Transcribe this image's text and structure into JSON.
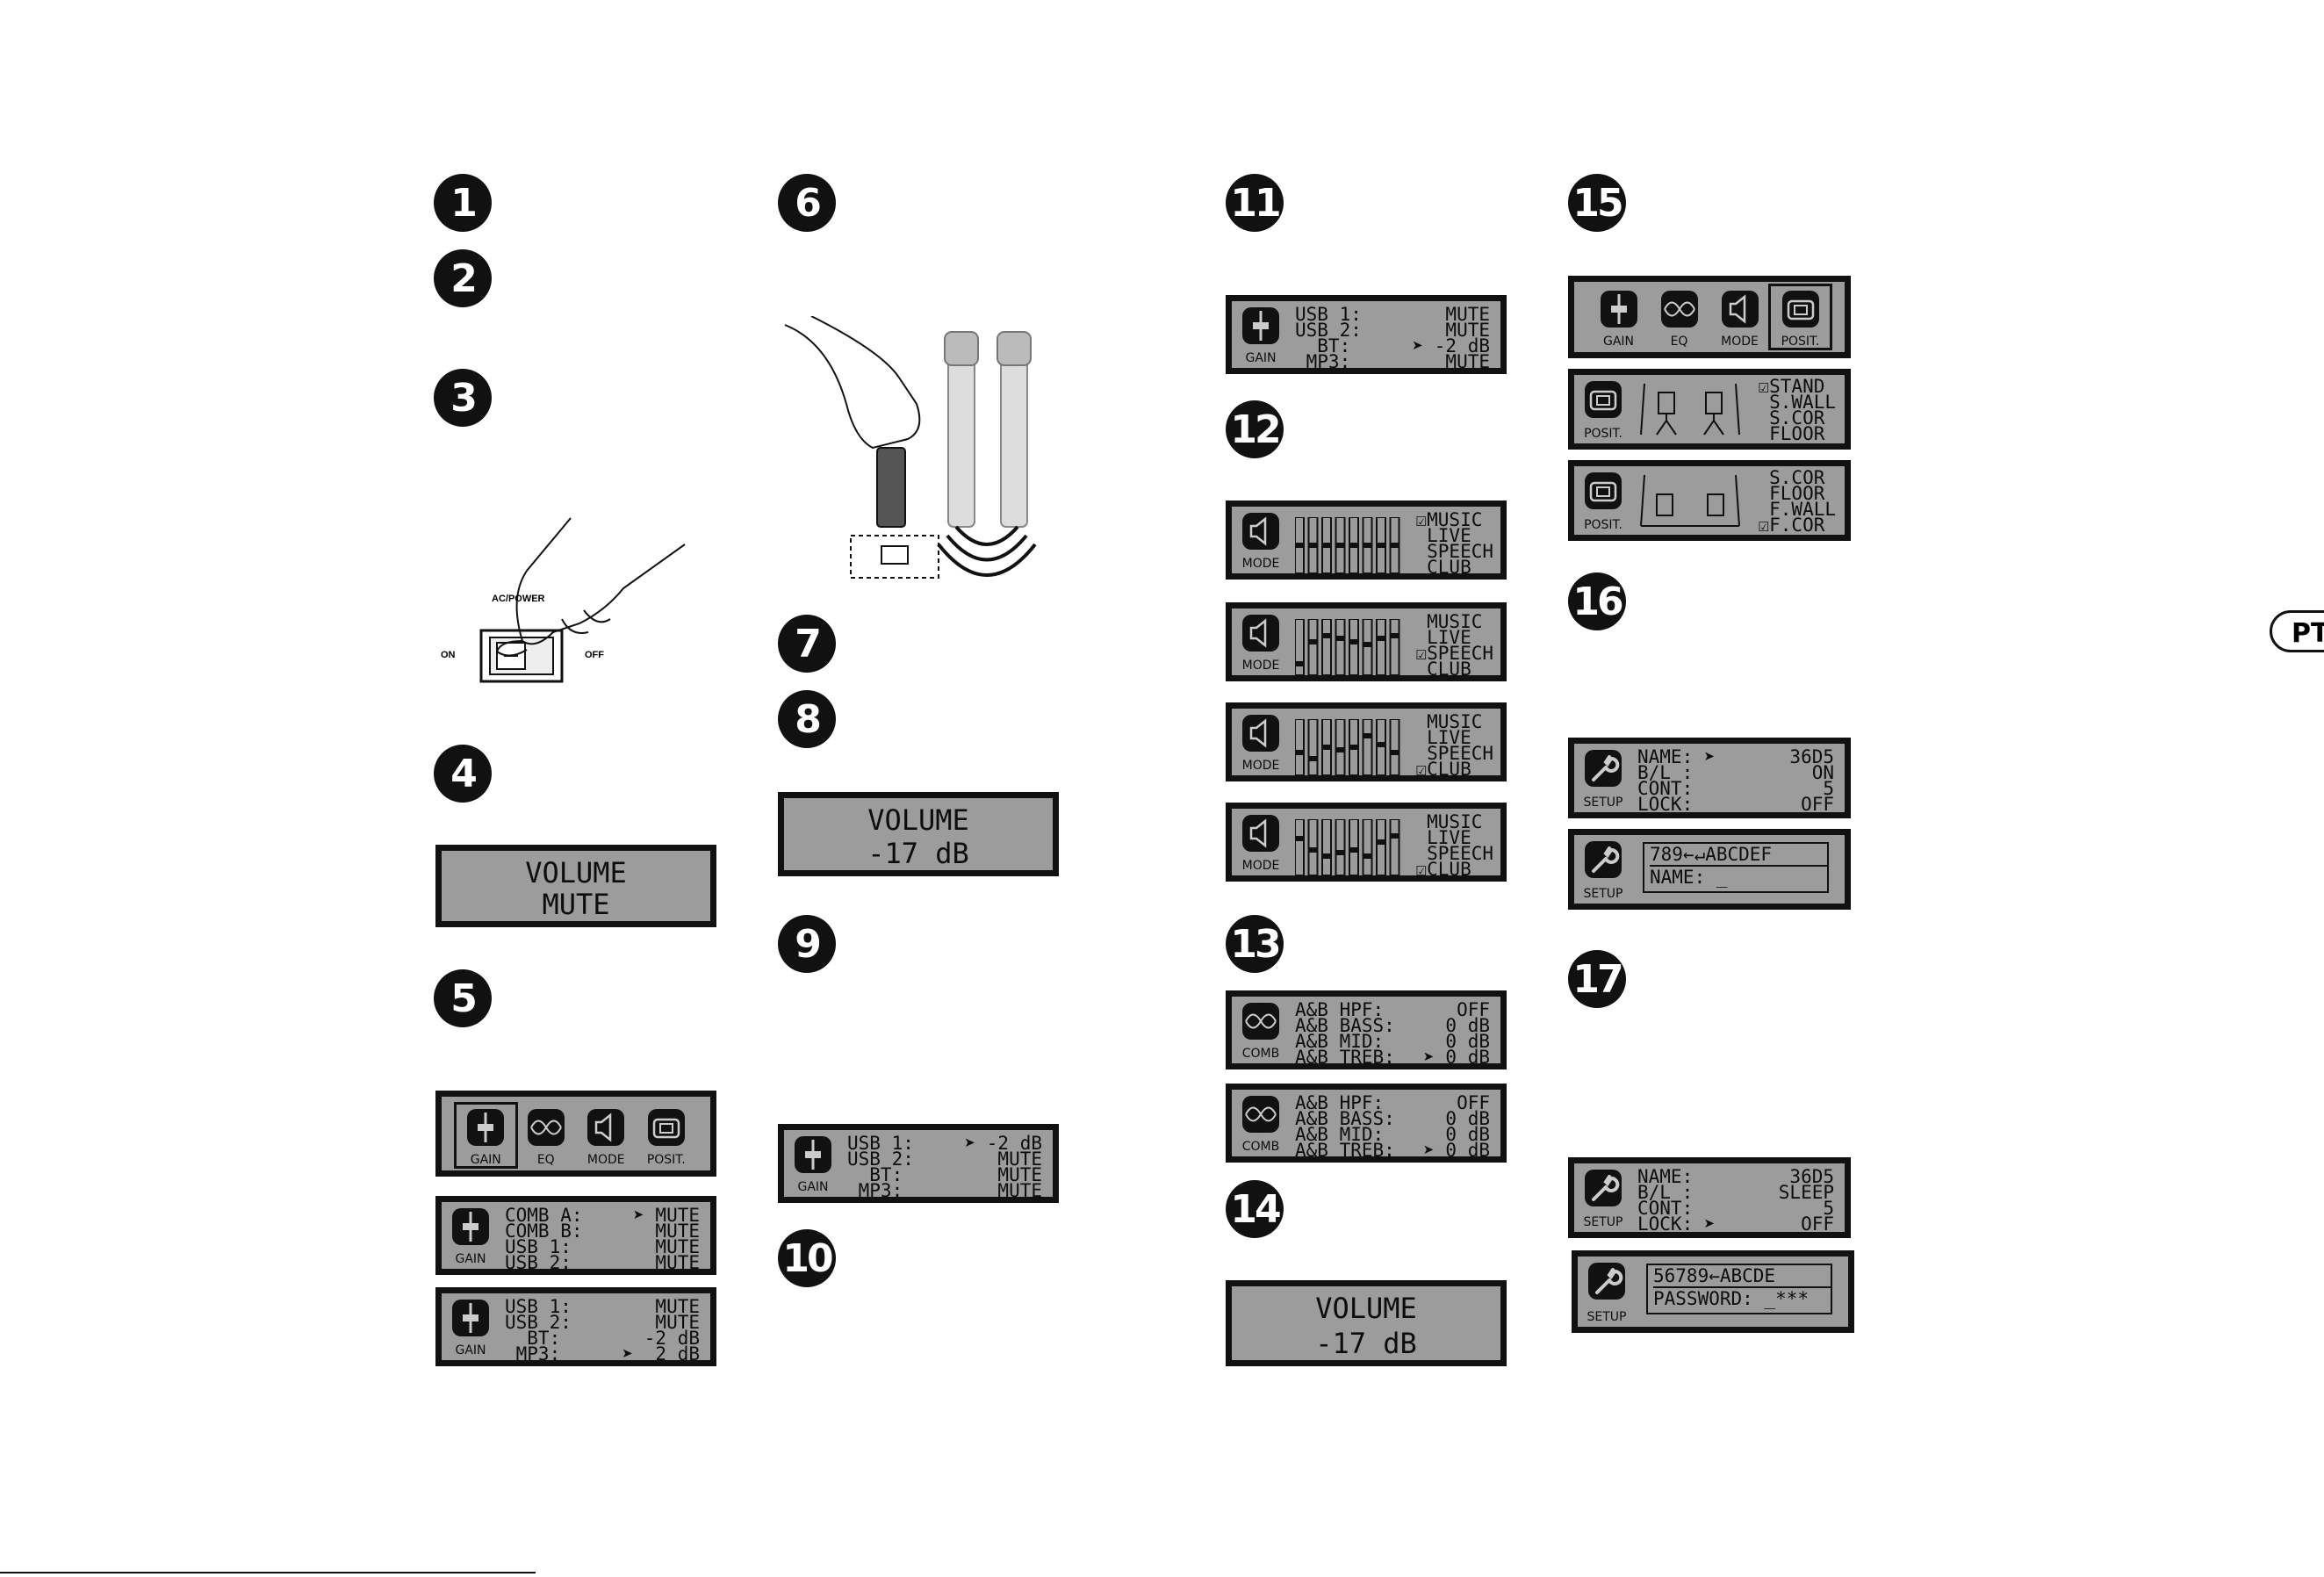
{
  "steps": [
    "1",
    "2",
    "3",
    "4",
    "5",
    "6",
    "7",
    "8",
    "9",
    "10",
    "11",
    "12",
    "13",
    "14",
    "15",
    "16",
    "17"
  ],
  "tab_label": "PT",
  "power_switch": {
    "title": "AC/POWER",
    "on": "ON",
    "off": "OFF"
  },
  "icon_labels": {
    "gain": "GAIN",
    "eq": "EQ",
    "mode": "MODE",
    "posit": "POSIT.",
    "comb": "COMB",
    "setup": "SETUP"
  },
  "volume_mute": {
    "line1": "VOLUME",
    "line2": "MUTE"
  },
  "volume_17": {
    "line1": "VOLUME",
    "line2": "-17 dB"
  },
  "gain_comb": [
    {
      "name": "COMB A:",
      "arrow": true,
      "value": "MUTE"
    },
    {
      "name": "COMB B:",
      "arrow": false,
      "value": "MUTE"
    },
    {
      "name": "USB 1:",
      "arrow": false,
      "value": "MUTE"
    },
    {
      "name": "USB 2:",
      "arrow": false,
      "value": "MUTE"
    }
  ],
  "gain_mp3": [
    {
      "name": "USB 1:",
      "arrow": false,
      "value": "MUTE"
    },
    {
      "name": "USB 2:",
      "arrow": false,
      "value": "MUTE"
    },
    {
      "name": "  BT:",
      "arrow": false,
      "value": "-2 dB"
    },
    {
      "name": " MP3:",
      "arrow": true,
      "value": "2 dB"
    }
  ],
  "gain_usb1": [
    {
      "name": "USB 1:",
      "arrow": true,
      "value": "-2 dB"
    },
    {
      "name": "USB 2:",
      "arrow": false,
      "value": "MUTE"
    },
    {
      "name": "  BT:",
      "arrow": false,
      "value": "MUTE"
    },
    {
      "name": " MP3:",
      "arrow": false,
      "value": "MUTE"
    }
  ],
  "gain_bt": [
    {
      "name": "USB 1:",
      "arrow": false,
      "value": "MUTE"
    },
    {
      "name": "USB 2:",
      "arrow": false,
      "value": "MUTE"
    },
    {
      "name": "  BT:",
      "arrow": true,
      "value": "-2 dB"
    },
    {
      "name": " MP3:",
      "arrow": false,
      "value": "MUTE"
    }
  ],
  "mode_options": [
    "MUSIC",
    "LIVE",
    "SPEECH",
    "CLUB"
  ],
  "mode_selected": [
    0,
    2,
    3,
    3
  ],
  "eq_rows": [
    {
      "name": "A&B HPF:",
      "arrow": false,
      "value": "OFF"
    },
    {
      "name": "A&B BASS:",
      "arrow": false,
      "value": "0 dB"
    },
    {
      "name": "A&B MID:",
      "arrow": false,
      "value": "0 dB"
    },
    {
      "name": "A&B TREB:",
      "arrow": true,
      "value": "0 dB"
    }
  ],
  "posit_options_1": [
    "STAND",
    "S.WALL",
    "S.COR",
    "FLOOR"
  ],
  "posit_options_2": [
    "S.COR",
    "FLOOR",
    "F.WALL",
    "F.COR"
  ],
  "setup_1": [
    {
      "name": "NAME:",
      "arrow": true,
      "value": "36D5"
    },
    {
      "name": "B/L :",
      "arrow": false,
      "value": "ON"
    },
    {
      "name": "CONT:",
      "arrow": false,
      "value": "5"
    },
    {
      "name": "LOCK:",
      "arrow": false,
      "value": "OFF"
    }
  ],
  "setup_keyboard_name": {
    "chars": "789←↵ABCDEF",
    "label": "NAME: _"
  },
  "setup_2": [
    {
      "name": "NAME:",
      "arrow": false,
      "value": "36D5"
    },
    {
      "name": "B/L :",
      "arrow": false,
      "value": "SLEEP"
    },
    {
      "name": "CONT:",
      "arrow": false,
      "value": "5"
    },
    {
      "name": "LOCK:",
      "arrow": true,
      "value": "OFF"
    }
  ],
  "setup_keyboard_pass": {
    "chars": "56789←ABCDE",
    "label": "PASSWORD: _***"
  }
}
